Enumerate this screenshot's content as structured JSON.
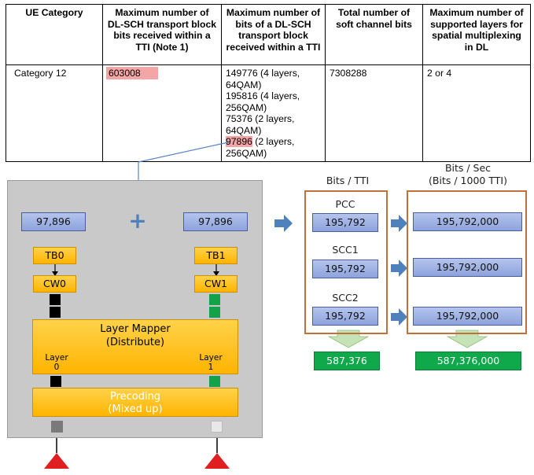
{
  "table": {
    "headers": [
      "UE Category",
      "Maximum number of DL-SCH transport block bits received within a TTI (Note 1)",
      "Maximum number of bits of a DL-SCH transport block received within a TTI",
      "Total number of soft channel bits",
      "Maximum number of supported layers for spatial multiplexing in DL"
    ],
    "row": {
      "category": "Category 12",
      "max_tb_bits": "603008",
      "tb_lines": [
        "149776 (4 layers, 64QAM)",
        "195816 (4 layers, 256QAM)",
        "75376 (2 layers, 64QAM)"
      ],
      "tb_highlight_value": "97896",
      "tb_highlight_rest": " (2 layers, 256QAM)",
      "soft_bits": "7308288",
      "layers": "2 or 4"
    }
  },
  "left": {
    "value_left": "97,896",
    "value_right": "97,896",
    "plus_symbol": "+",
    "tb0": "TB0",
    "tb1": "TB1",
    "cw0": "CW0",
    "cw1": "CW1",
    "layer_mapper_line1": "Layer Mapper",
    "layer_mapper_line2": "(Distribute)",
    "layer0_word": "Layer",
    "layer0_num": "0",
    "layer1_word": "Layer",
    "layer1_num": "1",
    "precoding_line1": "Precoding",
    "precoding_line2": "(Mixed up)"
  },
  "right": {
    "bits_tti_header": "Bits / TTI",
    "bits_sec_header_line1": "Bits / Sec",
    "bits_sec_header_line2": "(Bits / 1000 TTI)",
    "carriers": [
      {
        "name": "PCC",
        "bits_tti": "195,792",
        "bits_sec": "195,792,000"
      },
      {
        "name": "SCC1",
        "bits_tti": "195,792",
        "bits_sec": "195,792,000"
      },
      {
        "name": "SCC2",
        "bits_tti": "195,792",
        "bits_sec": "195,792,000"
      }
    ],
    "total_tti": "587,376",
    "total_sec": "587,376,000"
  },
  "colors": {
    "blue_box": "#a3b5e6",
    "orange_box": "#ffc21a",
    "green_total": "#0fa84a",
    "highlight": "#f4a6a6",
    "frame": "#c0703a",
    "arrow_blue": "#4f81bd"
  }
}
